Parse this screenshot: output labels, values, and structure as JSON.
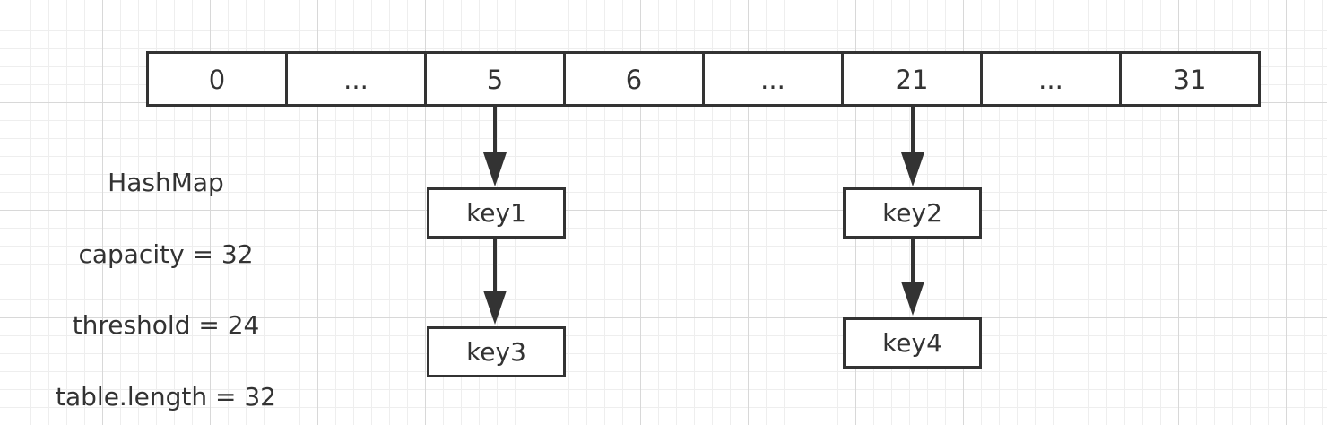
{
  "array": {
    "cells": [
      "0",
      "...",
      "5",
      "6",
      "...",
      "21",
      "...",
      "31"
    ]
  },
  "nodes": {
    "key1": "key1",
    "key2": "key2",
    "key3": "key3",
    "key4": "key4"
  },
  "info": {
    "title": "HashMap",
    "capacity": "capacity = 32",
    "threshold": "threshold = 24",
    "table_length": "table.length = 32"
  },
  "colors": {
    "stroke": "#333333",
    "grid_major": "#d8d8d8",
    "grid_minor": "#eeeeee",
    "background": "#ffffff"
  }
}
